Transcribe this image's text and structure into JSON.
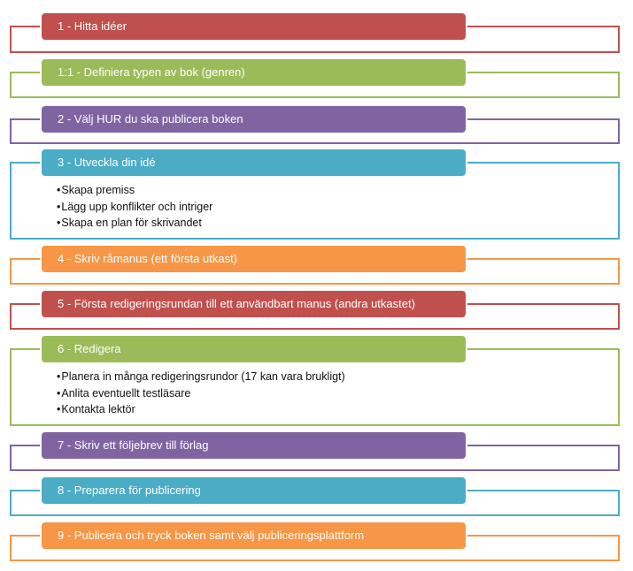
{
  "colors": {
    "red": "#C0504D",
    "green": "#9BBB59",
    "purple": "#8064A2",
    "blue": "#4BACC6",
    "orange": "#F79646"
  },
  "steps": [
    {
      "label": "1 - Hitta idéer",
      "color": "#C0504D",
      "bullets": []
    },
    {
      "label": "1:1 - Definiera typen av bok (genren)",
      "color": "#9BBB59",
      "bullets": []
    },
    {
      "label": "2 - Välj HUR du ska publicera boken",
      "color": "#8064A2",
      "bullets": []
    },
    {
      "label": "3 - Utveckla din idé",
      "color": "#4BACC6",
      "bullets": [
        "Skapa premiss",
        "Lägg upp konflikter och intriger",
        "Skapa en plan för skrivandet"
      ]
    },
    {
      "label": "4 - Skriv råmanus (ett första utkast)",
      "color": "#F79646",
      "bullets": []
    },
    {
      "label": "5 - Första redigeringsrundan till ett användbart manus (andra utkastet)",
      "color": "#C0504D",
      "bullets": []
    },
    {
      "label": "6 - Redigera",
      "color": "#9BBB59",
      "bullets": [
        "Planera in många redigeringsrundor (17 kan vara brukligt)",
        "Anlita eventuellt testläsare",
        "Kontakta lektör"
      ]
    },
    {
      "label": "7 - Skriv ett följebrev till förlag",
      "color": "#8064A2",
      "bullets": []
    },
    {
      "label": "8 - Preparera för publicering",
      "color": "#4BACC6",
      "bullets": []
    },
    {
      "label": "9 - Publicera och tryck  boken samt välj publiceringsplattform",
      "color": "#F79646",
      "bullets": []
    }
  ]
}
